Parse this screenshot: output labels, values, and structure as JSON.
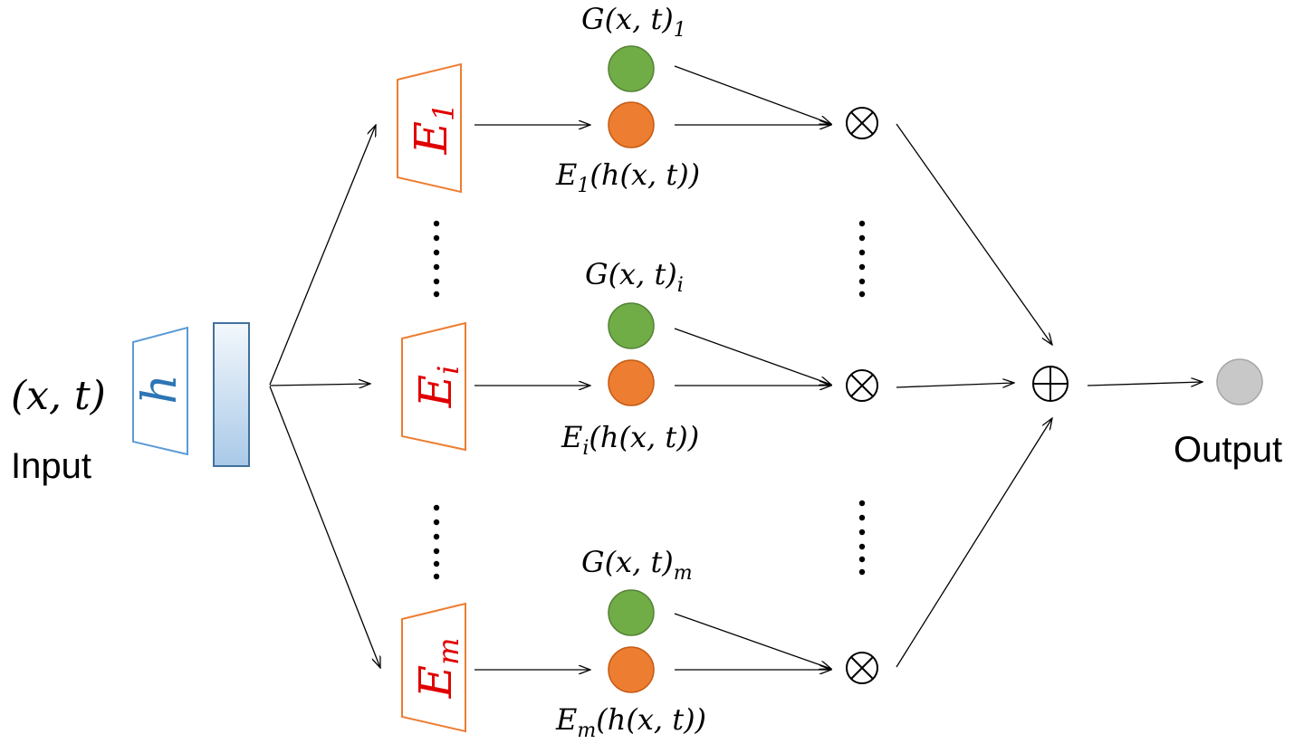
{
  "input": {
    "expr": "(x, t)",
    "label": "Input"
  },
  "encoder": {
    "symbol": "h"
  },
  "experts": [
    {
      "name": "E",
      "sub": "1",
      "gate_name": "G(x, t)",
      "gate_sub": "1",
      "out_name": "E",
      "out_sub": "1",
      "out_rest": "(h(x, t))"
    },
    {
      "name": "E",
      "sub": "i",
      "gate_name": "G(x, t)",
      "gate_sub": "i",
      "out_name": "E",
      "out_sub": "i",
      "out_rest": "(h(x, t))"
    },
    {
      "name": "E",
      "sub": "m",
      "gate_name": "G(x, t)",
      "gate_sub": "m",
      "out_name": "E",
      "out_sub": "m",
      "out_rest": "(h(x, t))"
    }
  ],
  "operators": {
    "multiply": "⊗",
    "sum": "⊕"
  },
  "output": {
    "label": "Output"
  },
  "colors": {
    "encoder_stroke": "#5b9bd5",
    "expert_stroke": "#ed7d31",
    "expert_text": "#e00000",
    "gate_circle": "#70ad47",
    "expert_output_circle": "#ed7d31",
    "output_circle": "#c8c8c8"
  }
}
